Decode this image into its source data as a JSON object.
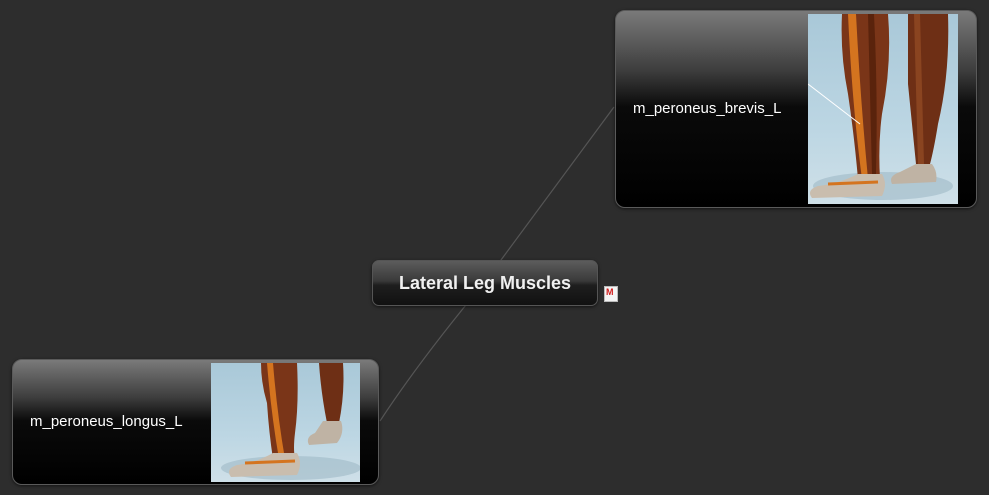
{
  "central_topic": {
    "label": "Lateral Leg Muscles"
  },
  "attachment_icon": {
    "name": "mindmap-note-icon",
    "glyph": "M"
  },
  "subtopics": [
    {
      "label": "m_peroneus_brevis_L",
      "image": "leg-muscle-render"
    },
    {
      "label": "m_peroneus_longus_L",
      "image": "leg-muscle-render"
    }
  ],
  "colors": {
    "background": "#2d2d2d",
    "connector": "#555555",
    "muscle": "#7a3518",
    "tendon": "#d4741f"
  }
}
